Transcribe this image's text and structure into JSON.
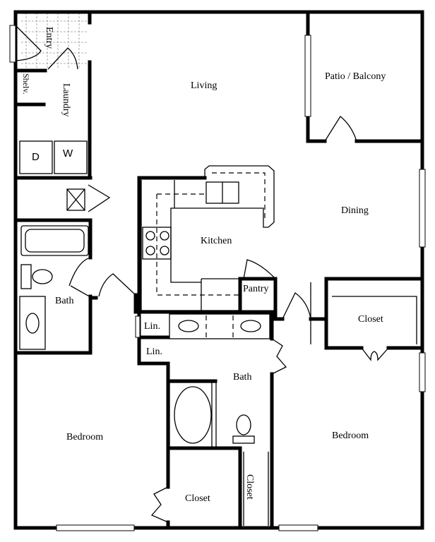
{
  "floor_plan": {
    "rooms": {
      "entry": "Entry",
      "shelves": "Shelv.",
      "laundry": "Laundry",
      "dryer": "D",
      "washer": "W",
      "living": "Living",
      "patio": "Patio / Balcony",
      "dining": "Dining",
      "kitchen": "Kitchen",
      "pantry": "Pantry",
      "closet_right": "Closet",
      "bath_left": "Bath",
      "linen_1": "Lin.",
      "linen_2": "Lin.",
      "bath_center": "Bath",
      "bedroom_left": "Bedroom",
      "bedroom_right": "Bedroom",
      "closet_bottom": "Closet",
      "closet_vertical": "Closet"
    }
  }
}
